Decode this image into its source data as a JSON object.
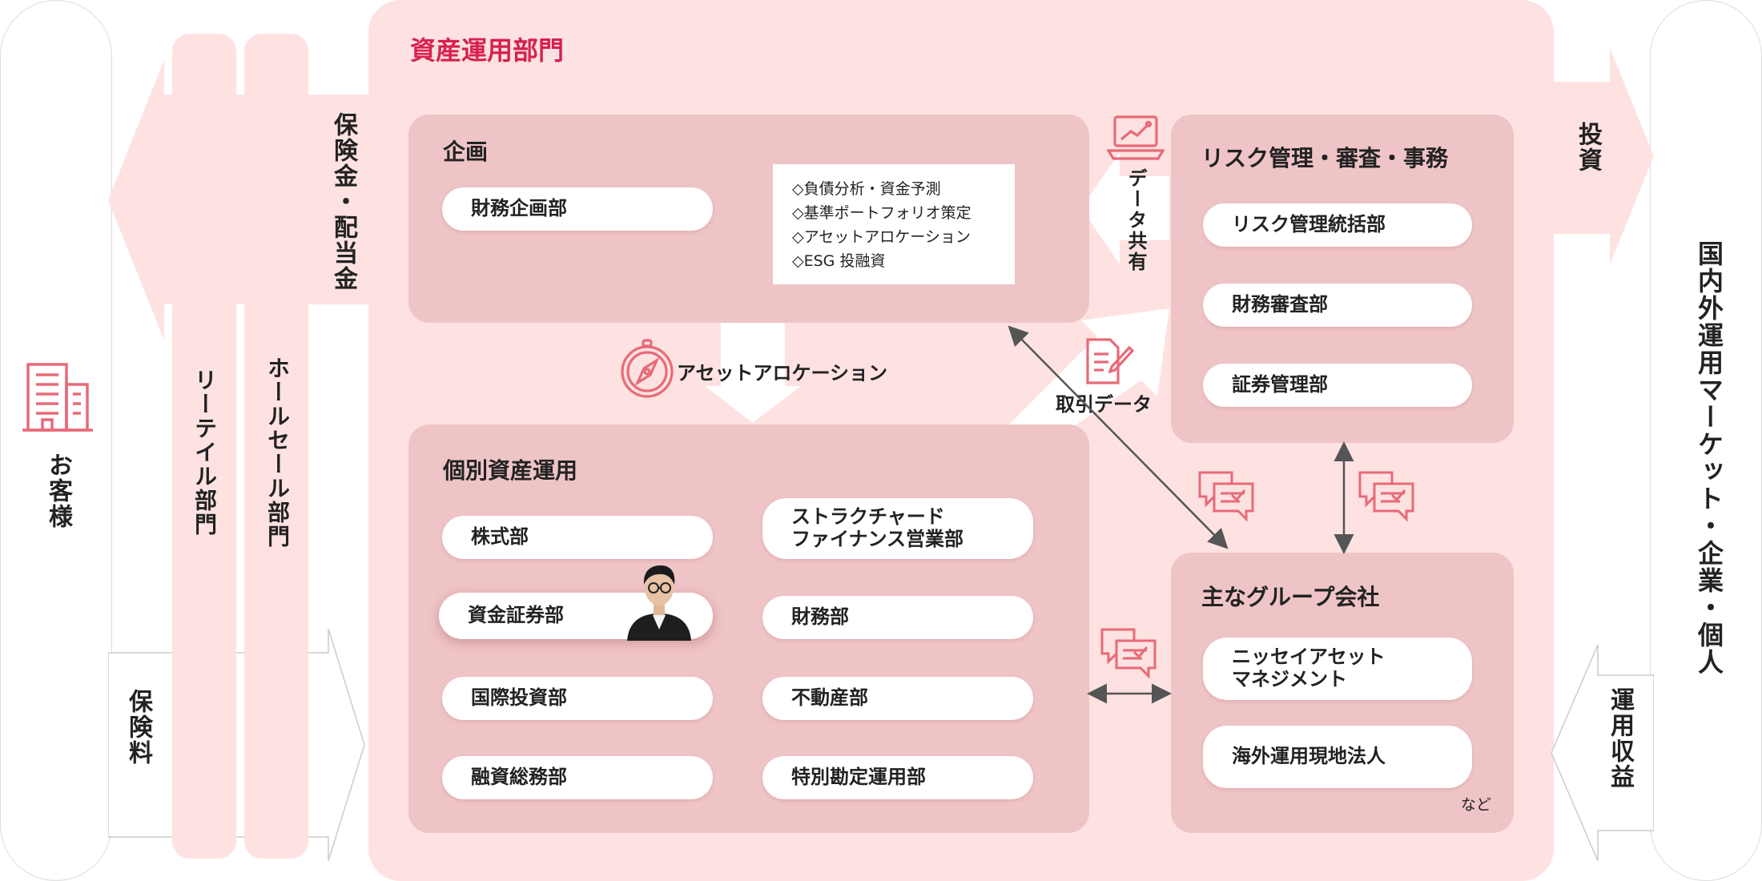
{
  "customers": {
    "label": "お客様"
  },
  "customer_flow": {
    "premium": "保険料",
    "payout": "保険金・配当金"
  },
  "channels": {
    "retail": "リーテイル部門",
    "wholesale": "ホールセール部門"
  },
  "division": {
    "title": "資産運用部門"
  },
  "planning": {
    "title": "企画",
    "dept": "財務企画部",
    "tasks": [
      "◇負債分析・資金予測",
      "◇基準ポートフォリオ策定",
      "◇アセットアロケーション",
      "◇ESG 投融資"
    ]
  },
  "allocation_arrow": {
    "label": "アセットアロケーション"
  },
  "data_share": {
    "label": "データ共有"
  },
  "trade_data": {
    "label": "取引データ"
  },
  "individual": {
    "title": "個別資産運用",
    "left": [
      "株式部",
      "資金証券部",
      "国際投資部",
      "融資総務部"
    ],
    "right": [
      "ストラクチャード\nファイナンス営業部",
      "財務部",
      "不動産部",
      "特別勘定運用部"
    ]
  },
  "risk": {
    "title": "リスク管理・審査・事務",
    "depts": [
      "リスク管理統括部",
      "財務審査部",
      "証券管理部"
    ]
  },
  "group": {
    "title": "主なグループ会社",
    "companies": [
      "ニッセイアセット\nマネジメント",
      "海外運用現地法人"
    ],
    "note": "など"
  },
  "market": {
    "label": "国内外運用マーケット・企業・個人",
    "invest": "投資",
    "returns": "運用収益"
  },
  "colors": {
    "accent": "#d8204f",
    "panel": "#efc4c6",
    "light": "#fde2e1",
    "icon": "#e86a78"
  }
}
